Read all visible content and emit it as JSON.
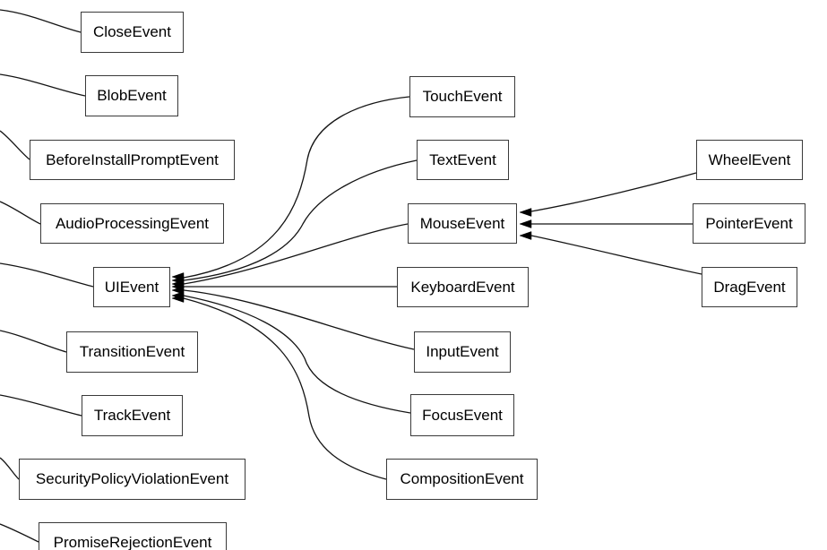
{
  "diagram": {
    "description": "Class inheritance diagram of DOM event interfaces; arrows point from subclass to superclass; superclass of left column is off-screen to the left",
    "colors": {
      "background": "#ffffff",
      "node_fill": "#ffffff",
      "node_border": "#3a3a3a",
      "edge_line": "#141414",
      "arrowhead": "#000000",
      "text": "#000000"
    },
    "nodes": [
      {
        "id": "close-event",
        "label": "CloseEvent"
      },
      {
        "id": "blob-event",
        "label": "BlobEvent"
      },
      {
        "id": "before-install-prompt-event",
        "label": "BeforeInstallPromptEvent"
      },
      {
        "id": "audio-processing-event",
        "label": "AudioProcessingEvent"
      },
      {
        "id": "ui-event",
        "label": "UIEvent"
      },
      {
        "id": "transition-event",
        "label": "TransitionEvent"
      },
      {
        "id": "track-event",
        "label": "TrackEvent"
      },
      {
        "id": "security-policy-violation-event",
        "label": "SecurityPolicyViolationEvent"
      },
      {
        "id": "promise-rejection-event",
        "label": "PromiseRejectionEvent"
      },
      {
        "id": "touch-event",
        "label": "TouchEvent"
      },
      {
        "id": "text-event",
        "label": "TextEvent"
      },
      {
        "id": "mouse-event",
        "label": "MouseEvent"
      },
      {
        "id": "keyboard-event",
        "label": "KeyboardEvent"
      },
      {
        "id": "input-event",
        "label": "InputEvent"
      },
      {
        "id": "focus-event",
        "label": "FocusEvent"
      },
      {
        "id": "composition-event",
        "label": "CompositionEvent"
      },
      {
        "id": "wheel-event",
        "label": "WheelEvent"
      },
      {
        "id": "pointer-event",
        "label": "PointerEvent"
      },
      {
        "id": "drag-event",
        "label": "DragEvent"
      }
    ],
    "edges": [
      {
        "from": "TouchEvent",
        "to": "UIEvent",
        "arrowhead_at": "UIEvent"
      },
      {
        "from": "TextEvent",
        "to": "UIEvent",
        "arrowhead_at": "UIEvent"
      },
      {
        "from": "MouseEvent",
        "to": "UIEvent",
        "arrowhead_at": "UIEvent"
      },
      {
        "from": "KeyboardEvent",
        "to": "UIEvent",
        "arrowhead_at": "UIEvent"
      },
      {
        "from": "InputEvent",
        "to": "UIEvent",
        "arrowhead_at": "UIEvent"
      },
      {
        "from": "FocusEvent",
        "to": "UIEvent",
        "arrowhead_at": "UIEvent"
      },
      {
        "from": "CompositionEvent",
        "to": "UIEvent",
        "arrowhead_at": "UIEvent"
      },
      {
        "from": "WheelEvent",
        "to": "MouseEvent",
        "arrowhead_at": "MouseEvent"
      },
      {
        "from": "PointerEvent",
        "to": "MouseEvent",
        "arrowhead_at": "MouseEvent"
      },
      {
        "from": "DragEvent",
        "to": "MouseEvent",
        "arrowhead_at": "MouseEvent"
      },
      {
        "from": "CloseEvent",
        "to": "offscreen-left",
        "arrowhead_at": "offscreen"
      },
      {
        "from": "BlobEvent",
        "to": "offscreen-left",
        "arrowhead_at": "offscreen"
      },
      {
        "from": "BeforeInstallPromptEvent",
        "to": "offscreen-left",
        "arrowhead_at": "offscreen"
      },
      {
        "from": "AudioProcessingEvent",
        "to": "offscreen-left",
        "arrowhead_at": "offscreen"
      },
      {
        "from": "UIEvent",
        "to": "offscreen-left",
        "arrowhead_at": "offscreen"
      },
      {
        "from": "TransitionEvent",
        "to": "offscreen-left",
        "arrowhead_at": "offscreen"
      },
      {
        "from": "TrackEvent",
        "to": "offscreen-left",
        "arrowhead_at": "offscreen"
      },
      {
        "from": "SecurityPolicyViolationEvent",
        "to": "offscreen-left",
        "arrowhead_at": "offscreen"
      },
      {
        "from": "PromiseRejectionEvent",
        "to": "offscreen-left",
        "arrowhead_at": "offscreen"
      }
    ]
  }
}
